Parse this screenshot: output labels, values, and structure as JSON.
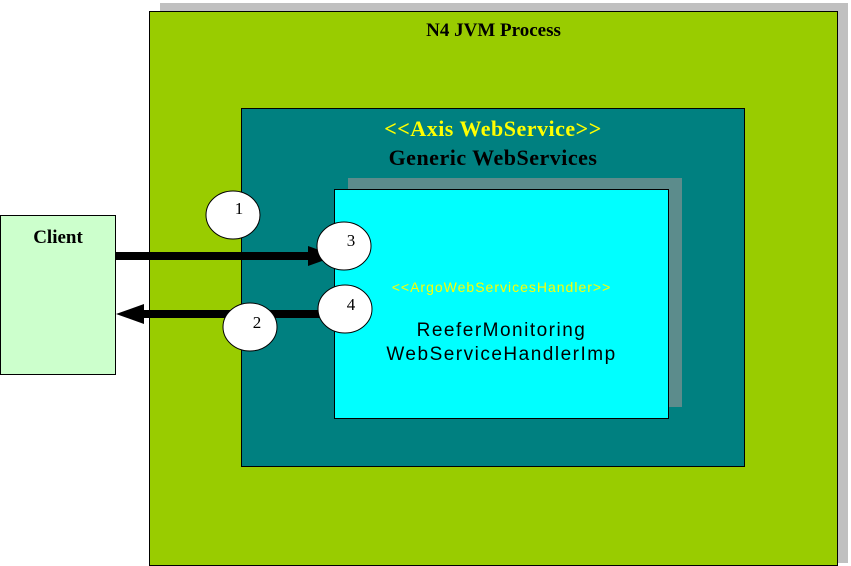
{
  "colors": {
    "process": "#99cc00",
    "webservice": "#008080",
    "handler": "#00ffff",
    "client": "#ccffcc",
    "stereotype": "#ffff00"
  },
  "process": {
    "title": "N4 JVM Process"
  },
  "webservice": {
    "stereotype": "<<Axis WebService>>",
    "name": "Generic WebServices"
  },
  "handler": {
    "stereotype": "<<ArgoWebServicesHandler>>",
    "name_line1": "ReeferMonitoring",
    "name_line2": "WebServiceHandlerImp"
  },
  "client": {
    "label": "Client"
  },
  "steps": [
    "1",
    "2",
    "3",
    "4"
  ]
}
